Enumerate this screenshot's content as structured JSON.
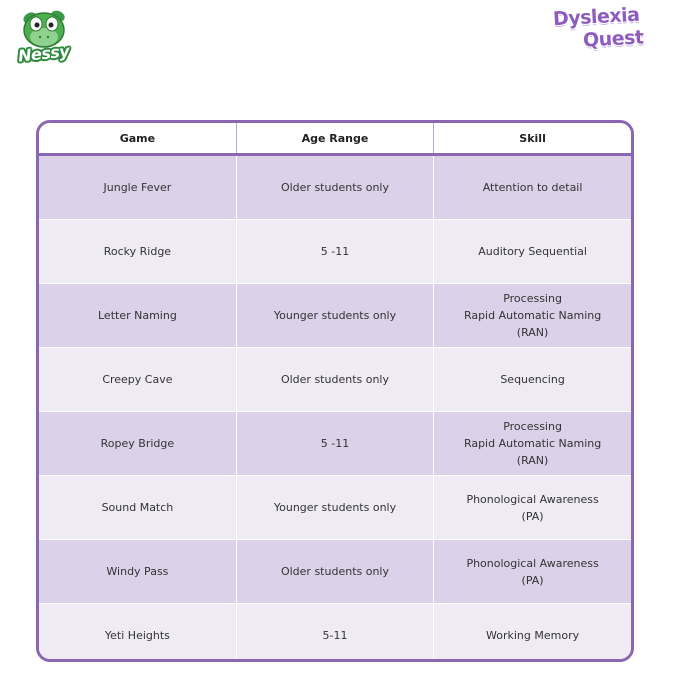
{
  "logos": {
    "nessy_text": "Nessy",
    "dyslexia_quest_line1": "Dyslexia",
    "dyslexia_quest_line2": "Quest"
  },
  "table": {
    "headers": [
      "Game",
      "Age Range",
      "Skill"
    ],
    "rows": [
      {
        "game": "Jungle Fever",
        "age": "Older students only",
        "skill": [
          "Attention to detail"
        ]
      },
      {
        "game": "Rocky Ridge",
        "age": "5 -11",
        "skill": [
          "Auditory Sequential"
        ]
      },
      {
        "game": "Letter Naming",
        "age": "Younger students only",
        "skill": [
          "Processing",
          "Rapid Automatic Naming",
          "(RAN)"
        ]
      },
      {
        "game": "Creepy Cave",
        "age": "Older students only",
        "skill": [
          "Sequencing"
        ]
      },
      {
        "game": "Ropey Bridge",
        "age": "5 -11",
        "skill": [
          "Processing",
          "Rapid Automatic Naming",
          "(RAN)"
        ]
      },
      {
        "game": "Sound Match",
        "age": "Younger students only",
        "skill": [
          "Phonological Awareness",
          "(PA)"
        ]
      },
      {
        "game": "Windy Pass",
        "age": "Older students only",
        "skill": [
          "Phonological Awareness",
          "(PA)"
        ]
      },
      {
        "game": "Yeti Heights",
        "age": "5-11",
        "skill": [
          "Working Memory"
        ]
      }
    ]
  },
  "colors": {
    "frame": "#8a66b3",
    "row_dark": "#dbd1e8",
    "row_light": "#efebf5",
    "nessy_green": "#2e8b3d",
    "dq_purple": "#8e5bbf"
  }
}
